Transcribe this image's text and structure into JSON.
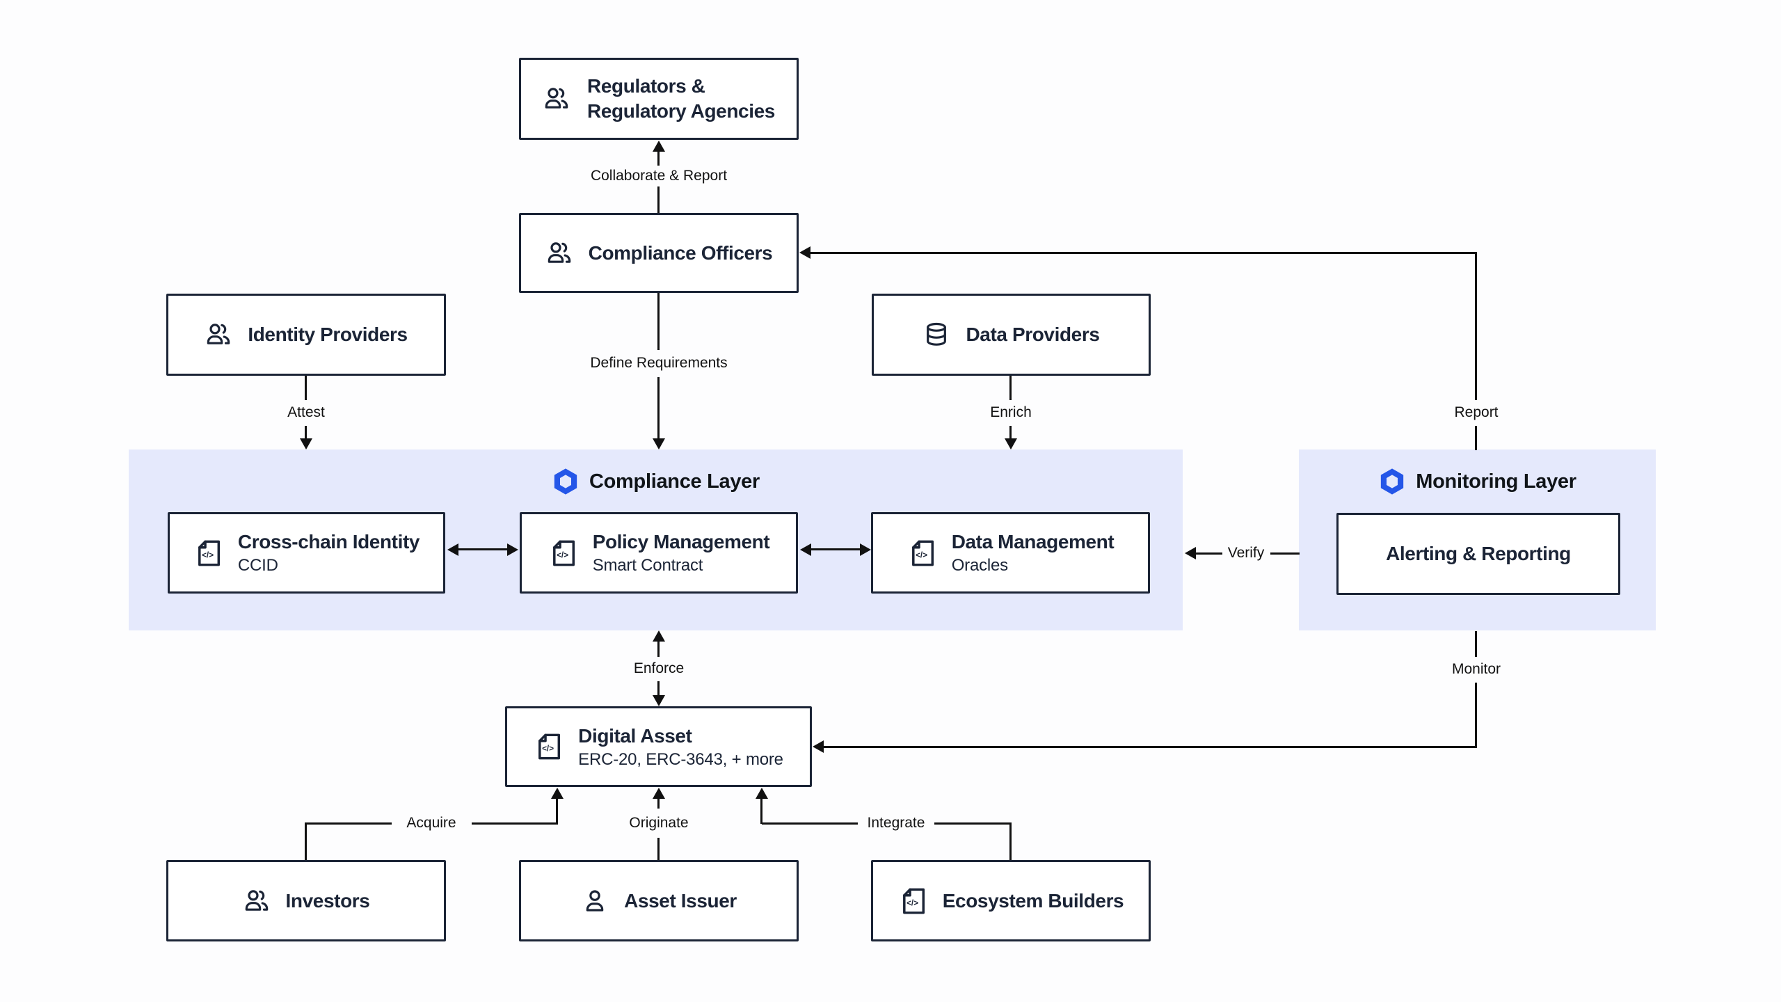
{
  "page": {
    "background": "#fdfdfe",
    "band_background": "#e5e9fc",
    "ink_navy": "#1b2436",
    "line_black": "#111111",
    "brand_blue": "#2456e8"
  },
  "layers": {
    "compliance": {
      "title": "Compliance Layer",
      "logo": "chainlink-hexagon-icon"
    },
    "monitoring": {
      "title": "Monitoring Layer",
      "logo": "chainlink-hexagon-icon"
    }
  },
  "nodes": {
    "regulators": {
      "lines": [
        "Regulators &",
        "Regulatory Agencies"
      ],
      "icon": "users-icon"
    },
    "compliance_officers": {
      "title": "Compliance Officers",
      "icon": "users-icon"
    },
    "identity_providers": {
      "title": "Identity Providers",
      "icon": "users-icon"
    },
    "data_providers": {
      "title": "Data Providers",
      "icon": "database-icon"
    },
    "cross_chain_identity": {
      "title": "Cross-chain Identity",
      "subtitle": "CCID",
      "icon": "code-file-icon"
    },
    "policy_management": {
      "title": "Policy Management",
      "subtitle": "Smart Contract",
      "icon": "code-file-icon"
    },
    "data_management": {
      "title": "Data Management",
      "subtitle": "Oracles",
      "icon": "code-file-icon"
    },
    "alerting_reporting": {
      "title": "Alerting & Reporting"
    },
    "digital_asset": {
      "title": "Digital Asset",
      "subtitle": "ERC-20, ERC-3643, + more",
      "icon": "code-file-icon"
    },
    "investors": {
      "title": "Investors",
      "icon": "users-icon"
    },
    "asset_issuer": {
      "title": "Asset Issuer",
      "icon": "user-icon"
    },
    "ecosystem_builders": {
      "title": "Ecosystem Builders",
      "icon": "code-file-icon"
    }
  },
  "edge_labels": {
    "collaborate_report": "Collaborate & Report",
    "define_requirements": "Define Requirements",
    "attest": "Attest",
    "enrich": "Enrich",
    "report": "Report",
    "verify": "Verify",
    "enforce": "Enforce",
    "monitor": "Monitor",
    "acquire": "Acquire",
    "originate": "Originate",
    "integrate": "Integrate"
  }
}
